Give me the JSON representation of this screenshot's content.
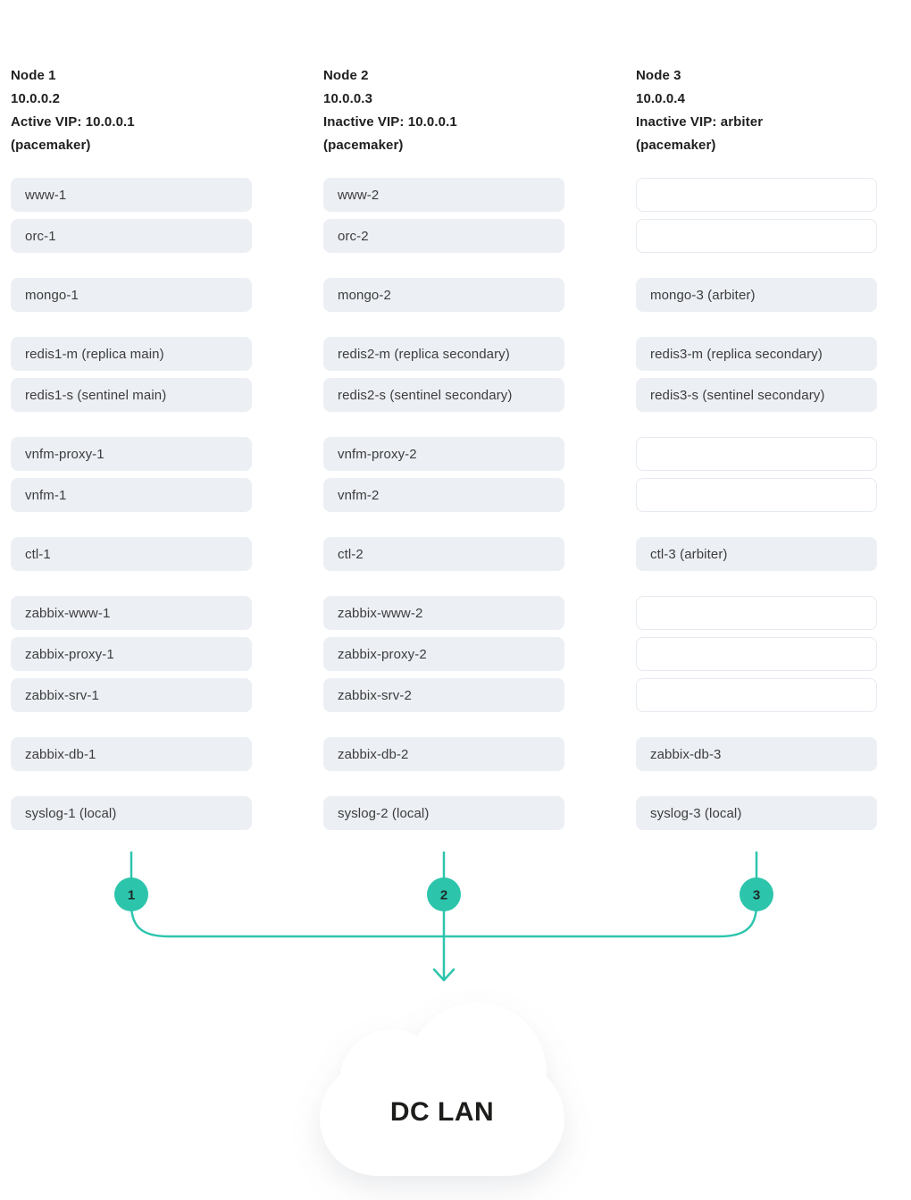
{
  "diagram": {
    "accent_color": "#2cc5ac",
    "box_bg_color": "#eceff4",
    "empty_box_border_color": "#e6eaf1",
    "cloud_label": "DC LAN",
    "nodes": [
      {
        "title": "Node 1",
        "ip": "10.0.0.2",
        "vip": "Active VIP: 10.0.0.1",
        "cluster_manager": "(pacemaker)",
        "badge": "1",
        "groups": [
          [
            "www-1",
            "orc-1"
          ],
          [
            "mongo-1"
          ],
          [
            "redis1-m (replica main)",
            "redis1-s (sentinel main)"
          ],
          [
            "vnfm-proxy-1",
            "vnfm-1"
          ],
          [
            "ctl-1"
          ],
          [
            "zabbix-www-1",
            "zabbix-proxy-1",
            "zabbix-srv-1"
          ],
          [
            "zabbix-db-1"
          ],
          [
            "syslog-1 (local)"
          ]
        ]
      },
      {
        "title": "Node 2",
        "ip": "10.0.0.3",
        "vip": "Inactive VIP: 10.0.0.1",
        "cluster_manager": "(pacemaker)",
        "badge": "2",
        "groups": [
          [
            "www-2",
            "orc-2"
          ],
          [
            "mongo-2"
          ],
          [
            "redis2-m (replica secondary)",
            "redis2-s (sentinel secondary)"
          ],
          [
            "vnfm-proxy-2",
            "vnfm-2"
          ],
          [
            "ctl-2"
          ],
          [
            "zabbix-www-2",
            "zabbix-proxy-2",
            "zabbix-srv-2"
          ],
          [
            "zabbix-db-2"
          ],
          [
            "syslog-2 (local)"
          ]
        ]
      },
      {
        "title": "Node 3",
        "ip": "10.0.0.4",
        "vip": "Inactive VIP: arbiter",
        "cluster_manager": "(pacemaker)",
        "badge": "3",
        "groups": [
          [
            null,
            null
          ],
          [
            "mongo-3 (arbiter)"
          ],
          [
            "redis3-m (replica secondary)",
            "redis3-s (sentinel secondary)"
          ],
          [
            null,
            null
          ],
          [
            "ctl-3 (arbiter)"
          ],
          [
            null,
            null,
            null
          ],
          [
            "zabbix-db-3"
          ],
          [
            "syslog-3 (local)"
          ]
        ]
      }
    ]
  }
}
